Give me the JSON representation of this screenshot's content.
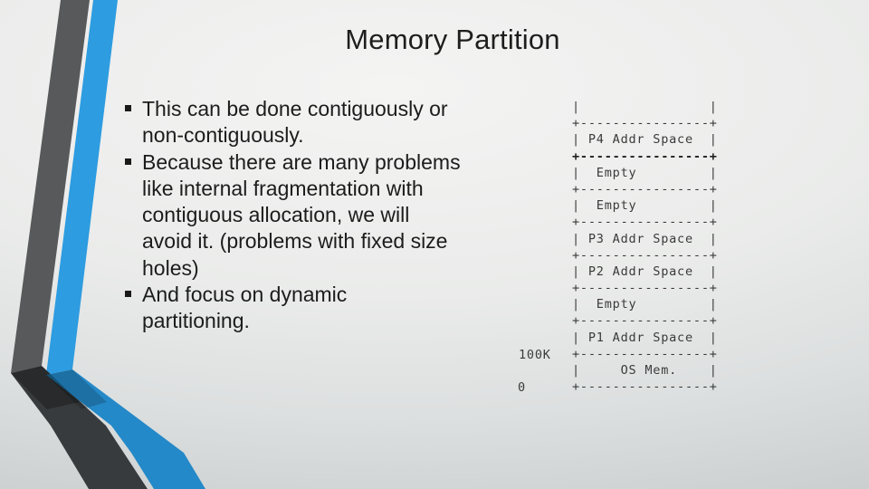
{
  "slide": {
    "title": "Memory Partition",
    "bullets": [
      {
        "text": "This can be done contiguously or\nnon-contiguously."
      },
      {
        "text": "Because there are many problems\nlike internal fragmentation with\ncontiguous allocation, we will\navoid it. (problems with fixed size\nholes)"
      },
      {
        "text": "And focus on dynamic\npartitioning."
      }
    ],
    "memory_diagram": {
      "lines": [
        {
          "text": "|                |",
          "bold": false
        },
        {
          "text": "+----------------+",
          "bold": false
        },
        {
          "text": "| P4 Addr Space  |",
          "bold": false
        },
        {
          "text": "+----------------+",
          "bold": true
        },
        {
          "text": "|  Empty         |",
          "bold": false
        },
        {
          "text": "+----------------+",
          "bold": false
        },
        {
          "text": "|  Empty         |",
          "bold": false
        },
        {
          "text": "+----------------+",
          "bold": false
        },
        {
          "text": "| P3 Addr Space  |",
          "bold": false
        },
        {
          "text": "+----------------+",
          "bold": false
        },
        {
          "text": "| P2 Addr Space  |",
          "bold": false
        },
        {
          "text": "+----------------+",
          "bold": false
        },
        {
          "text": "|  Empty         |",
          "bold": false
        },
        {
          "text": "+----------------+",
          "bold": false
        },
        {
          "text": "| P1 Addr Space  |",
          "bold": false
        },
        {
          "text": "+----------------+",
          "bold": false
        },
        {
          "text": "|     OS Mem.    |",
          "bold": false
        },
        {
          "text": "+----------------+",
          "bold": false
        }
      ],
      "axis_labels": [
        {
          "text": "100K"
        },
        {
          "text": "0"
        }
      ]
    },
    "colors": {
      "ribbon_gray": "#58595b",
      "ribbon_gray_shadow": "#383b3d",
      "ribbon_blue": "#2d9ce0",
      "ribbon_blue_shadow": "#2489c8",
      "title_text": "#1e1e1e",
      "body_text": "#1c1c1c",
      "diagram_text": "#3a3a3a"
    }
  }
}
